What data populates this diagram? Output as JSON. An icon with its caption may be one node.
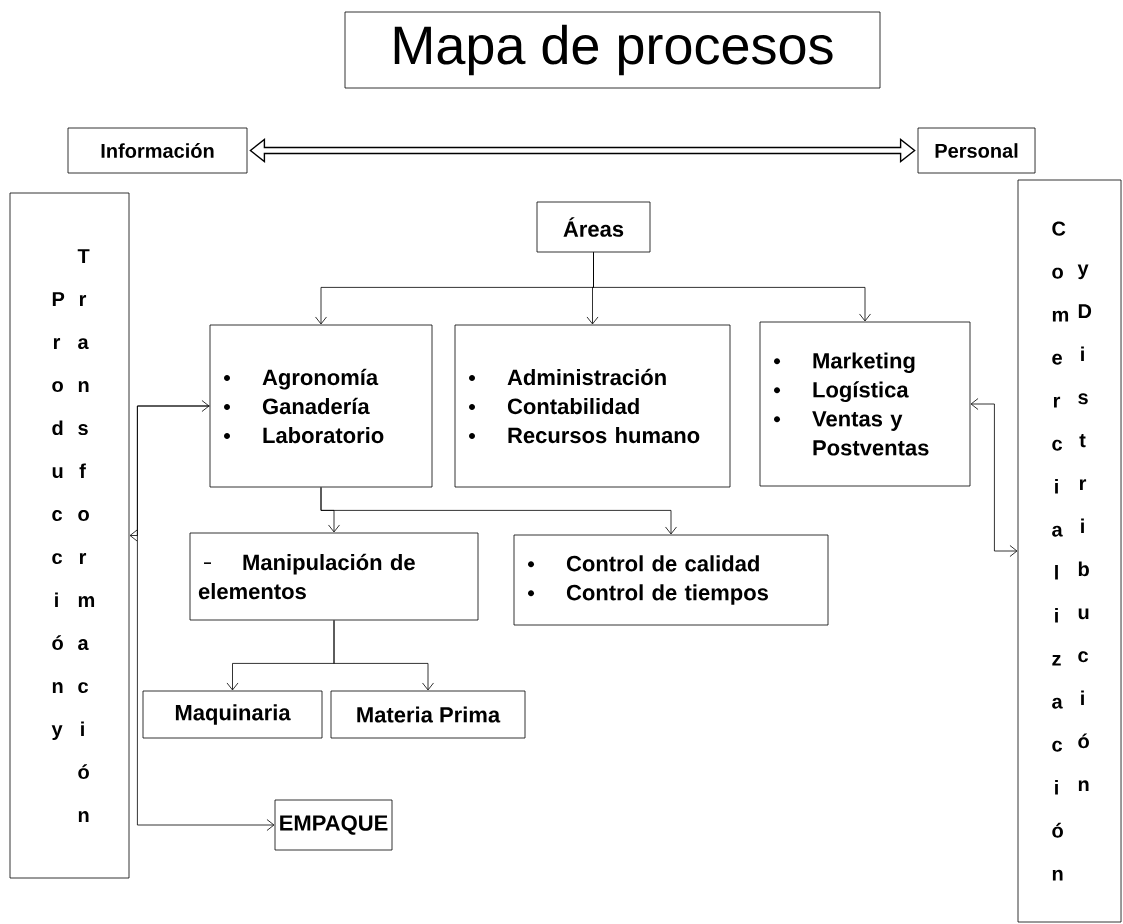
{
  "diagram": {
    "nodes": [
      {
        "text": [
          "Mapa de procesos"
        ]
      },
      {
        "text": [
          "Información"
        ]
      },
      {
        "text": [
          "Personal"
        ]
      },
      {
        "text": [
          "Producción y",
          "Transformación"
        ]
      },
      {
        "text": [
          "Comercialización",
          "y Distribución"
        ]
      },
      {
        "text": [
          "Áreas"
        ]
      },
      {
        "text": [
          "Agronomía",
          "Ganadería",
          "Laboratorio"
        ]
      },
      {
        "text": [
          "Administración",
          "Contabilidad",
          "Recursos humano"
        ]
      },
      {
        "text": [
          "Marketing",
          "Logística",
          "Ventas y Postventas"
        ]
      },
      {
        "text": [
          "Manipulación de elementos"
        ]
      },
      {
        "text": [
          "Control de calidad",
          "Control de tiempos"
        ]
      },
      {
        "text": [
          "Maquinaria"
        ]
      },
      {
        "text": [
          "Materia Prima"
        ]
      },
      {
        "text": [
          "EMPAQUE"
        ]
      }
    ],
    "edges": [
      {
        "from": 1,
        "to": 2,
        "arrow": "both",
        "style": "thick"
      },
      {
        "from": 5,
        "to": 6,
        "arrow": "to"
      },
      {
        "from": 5,
        "to": 7,
        "arrow": "to"
      },
      {
        "from": 5,
        "to": 8,
        "arrow": "to"
      },
      {
        "from": 6,
        "to": 9,
        "arrow": "to"
      },
      {
        "from": 6,
        "to": 10,
        "arrow": "to"
      },
      {
        "from": 9,
        "to": 11,
        "arrow": "to"
      },
      {
        "from": 9,
        "to": 12,
        "arrow": "to"
      },
      {
        "from": 13,
        "to": 6,
        "arrow": "both"
      },
      {
        "from": 6,
        "to": 3,
        "arrow": "to"
      },
      {
        "from": 8,
        "to": 4,
        "arrow": "both"
      }
    ]
  }
}
